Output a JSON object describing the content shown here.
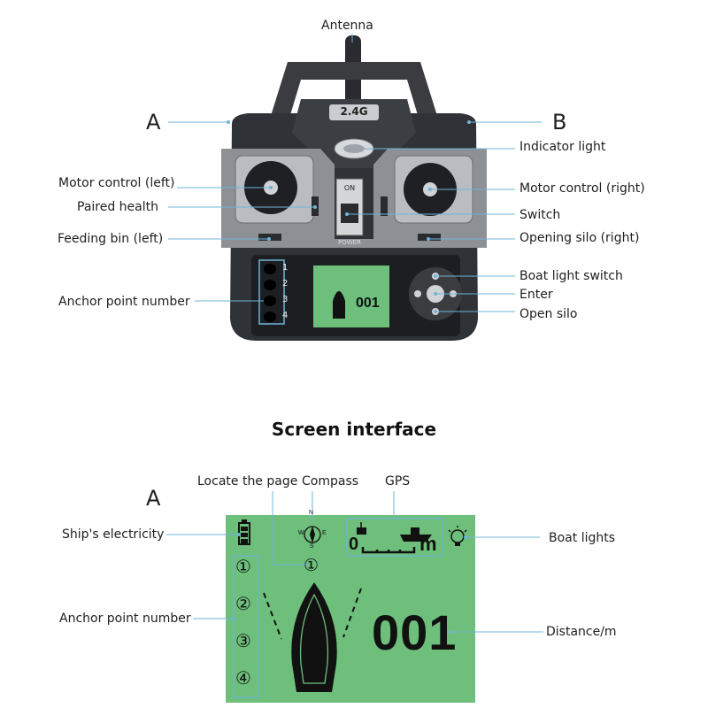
{
  "top": {
    "antenna": "Antenna",
    "side_a": "A",
    "side_b": "B",
    "label_24g": "2.4G",
    "power_on": "ON",
    "power_text": "POWER",
    "motor_left": "Motor control (left)",
    "paired_health": "Paired health",
    "feeding_bin": "Feeding bin (left)",
    "anchor_point_number": "Anchor point number",
    "indicator_light": "Indicator light",
    "motor_right": "Motor control (right)",
    "switch": "Switch",
    "opening_silo": "Opening silo (right)",
    "boat_light_switch": "Boat light switch",
    "enter": "Enter",
    "open_silo": "Open silo",
    "anchor_buttons": [
      "1",
      "2",
      "3",
      "4"
    ],
    "mini_distance": "001"
  },
  "screen": {
    "heading": "Screen interface",
    "side_a": "A",
    "locate_page": "Locate the page",
    "compass": "Compass",
    "gps": "GPS",
    "ships_electricity": "Ship's electricity",
    "boat_lights": "Boat lights",
    "anchor_point_number": "Anchor point number",
    "distance_m": "Distance/m",
    "gps_zero": "0",
    "gps_unit": "m",
    "page_indicator": "①",
    "anchors": [
      "①",
      "②",
      "③",
      "④"
    ],
    "compass_n": "N",
    "compass_s": "S",
    "compass_w": "W",
    "compass_e": "E",
    "distance": "001"
  },
  "colors": {
    "lcd_green": "#6dbf7b",
    "leader_blue": "#6fb4d8",
    "body_dark": "#2f3236",
    "panel_gray": "#8d9196"
  }
}
